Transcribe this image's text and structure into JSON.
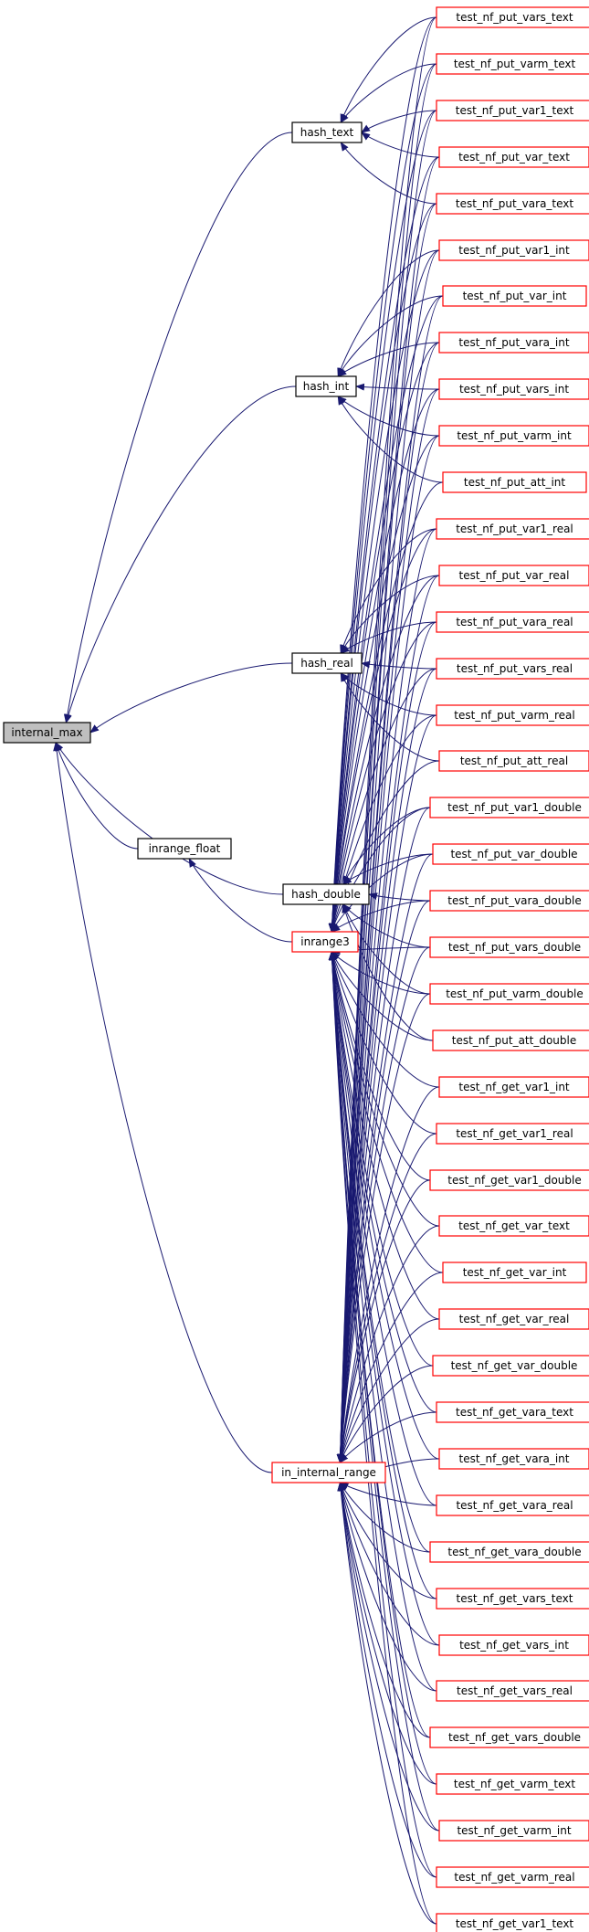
{
  "colors": {
    "edge": "#191970",
    "box_root": "#000000",
    "box_normal": "#000000",
    "box_red": "#ff0000",
    "fill_root": "#bfbfbf",
    "fill_normal": "#ffffff"
  },
  "nodes": [
    {
      "id": "internal_max",
      "label": "internal_max",
      "style": "root"
    },
    {
      "id": "hash_text",
      "label": "hash_text",
      "style": "normal"
    },
    {
      "id": "hash_int",
      "label": "hash_int",
      "style": "normal"
    },
    {
      "id": "hash_real",
      "label": "hash_real",
      "style": "normal"
    },
    {
      "id": "hash_double",
      "label": "hash_double",
      "style": "normal"
    },
    {
      "id": "inrange_float",
      "label": "inrange_float",
      "style": "normal"
    },
    {
      "id": "inrange3",
      "label": "inrange3",
      "style": "red"
    },
    {
      "id": "in_internal_range",
      "label": "in_internal_range",
      "style": "red"
    },
    {
      "id": "test_nf_put_vars_text",
      "label": "test_nf_put_vars_text",
      "style": "red"
    },
    {
      "id": "test_nf_put_varm_text",
      "label": "test_nf_put_varm_text",
      "style": "red"
    },
    {
      "id": "test_nf_put_var1_text",
      "label": "test_nf_put_var1_text",
      "style": "red"
    },
    {
      "id": "test_nf_put_var_text",
      "label": "test_nf_put_var_text",
      "style": "red"
    },
    {
      "id": "test_nf_put_vara_text",
      "label": "test_nf_put_vara_text",
      "style": "red"
    },
    {
      "id": "test_nf_put_var1_int",
      "label": "test_nf_put_var1_int",
      "style": "red"
    },
    {
      "id": "test_nf_put_var_int",
      "label": "test_nf_put_var_int",
      "style": "red"
    },
    {
      "id": "test_nf_put_vara_int",
      "label": "test_nf_put_vara_int",
      "style": "red"
    },
    {
      "id": "test_nf_put_vars_int",
      "label": "test_nf_put_vars_int",
      "style": "red"
    },
    {
      "id": "test_nf_put_varm_int",
      "label": "test_nf_put_varm_int",
      "style": "red"
    },
    {
      "id": "test_nf_put_att_int",
      "label": "test_nf_put_att_int",
      "style": "red"
    },
    {
      "id": "test_nf_put_var1_real",
      "label": "test_nf_put_var1_real",
      "style": "red"
    },
    {
      "id": "test_nf_put_var_real",
      "label": "test_nf_put_var_real",
      "style": "red"
    },
    {
      "id": "test_nf_put_vara_real",
      "label": "test_nf_put_vara_real",
      "style": "red"
    },
    {
      "id": "test_nf_put_vars_real",
      "label": "test_nf_put_vars_real",
      "style": "red"
    },
    {
      "id": "test_nf_put_varm_real",
      "label": "test_nf_put_varm_real",
      "style": "red"
    },
    {
      "id": "test_nf_put_att_real",
      "label": "test_nf_put_att_real",
      "style": "red"
    },
    {
      "id": "test_nf_put_var1_double",
      "label": "test_nf_put_var1_double",
      "style": "red"
    },
    {
      "id": "test_nf_put_var_double",
      "label": "test_nf_put_var_double",
      "style": "red"
    },
    {
      "id": "test_nf_put_vara_double",
      "label": "test_nf_put_vara_double",
      "style": "red"
    },
    {
      "id": "test_nf_put_vars_double",
      "label": "test_nf_put_vars_double",
      "style": "red"
    },
    {
      "id": "test_nf_put_varm_double",
      "label": "test_nf_put_varm_double",
      "style": "red"
    },
    {
      "id": "test_nf_put_att_double",
      "label": "test_nf_put_att_double",
      "style": "red"
    },
    {
      "id": "test_nf_get_var1_int",
      "label": "test_nf_get_var1_int",
      "style": "red"
    },
    {
      "id": "test_nf_get_var1_real",
      "label": "test_nf_get_var1_real",
      "style": "red"
    },
    {
      "id": "test_nf_get_var1_double",
      "label": "test_nf_get_var1_double",
      "style": "red"
    },
    {
      "id": "test_nf_get_var_text",
      "label": "test_nf_get_var_text",
      "style": "red"
    },
    {
      "id": "test_nf_get_var_int",
      "label": "test_nf_get_var_int",
      "style": "red"
    },
    {
      "id": "test_nf_get_var_real",
      "label": "test_nf_get_var_real",
      "style": "red"
    },
    {
      "id": "test_nf_get_var_double",
      "label": "test_nf_get_var_double",
      "style": "red"
    },
    {
      "id": "test_nf_get_vara_text",
      "label": "test_nf_get_vara_text",
      "style": "red"
    },
    {
      "id": "test_nf_get_vara_int",
      "label": "test_nf_get_vara_int",
      "style": "red"
    },
    {
      "id": "test_nf_get_vara_real",
      "label": "test_nf_get_vara_real",
      "style": "red"
    },
    {
      "id": "test_nf_get_vara_double",
      "label": "test_nf_get_vara_double",
      "style": "red"
    },
    {
      "id": "test_nf_get_vars_text",
      "label": "test_nf_get_vars_text",
      "style": "red"
    },
    {
      "id": "test_nf_get_vars_int",
      "label": "test_nf_get_vars_int",
      "style": "red"
    },
    {
      "id": "test_nf_get_vars_real",
      "label": "test_nf_get_vars_real",
      "style": "red"
    },
    {
      "id": "test_nf_get_vars_double",
      "label": "test_nf_get_vars_double",
      "style": "red"
    },
    {
      "id": "test_nf_get_varm_text",
      "label": "test_nf_get_varm_text",
      "style": "red"
    },
    {
      "id": "test_nf_get_varm_int",
      "label": "test_nf_get_varm_int",
      "style": "red"
    },
    {
      "id": "test_nf_get_varm_real",
      "label": "test_nf_get_varm_real",
      "style": "red"
    },
    {
      "id": "test_nf_get_var1_text",
      "label": "test_nf_get_var1_text",
      "style": "red"
    }
  ],
  "edges": [
    [
      "hash_text",
      "internal_max"
    ],
    [
      "hash_int",
      "internal_max"
    ],
    [
      "hash_real",
      "internal_max"
    ],
    [
      "hash_double",
      "internal_max"
    ],
    [
      "inrange_float",
      "internal_max"
    ],
    [
      "in_internal_range",
      "internal_max"
    ],
    [
      "inrange3",
      "inrange_float"
    ],
    [
      "test_nf_put_vars_text",
      "hash_text"
    ],
    [
      "test_nf_put_varm_text",
      "hash_text"
    ],
    [
      "test_nf_put_var1_text",
      "hash_text"
    ],
    [
      "test_nf_put_var_text",
      "hash_text"
    ],
    [
      "test_nf_put_vara_text",
      "hash_text"
    ],
    [
      "test_nf_put_var1_int",
      "hash_int"
    ],
    [
      "test_nf_put_var_int",
      "hash_int"
    ],
    [
      "test_nf_put_vara_int",
      "hash_int"
    ],
    [
      "test_nf_put_vars_int",
      "hash_int"
    ],
    [
      "test_nf_put_varm_int",
      "hash_int"
    ],
    [
      "test_nf_put_att_int",
      "hash_int"
    ],
    [
      "test_nf_put_var1_real",
      "hash_real"
    ],
    [
      "test_nf_put_var_real",
      "hash_real"
    ],
    [
      "test_nf_put_vara_real",
      "hash_real"
    ],
    [
      "test_nf_put_vars_real",
      "hash_real"
    ],
    [
      "test_nf_put_varm_real",
      "hash_real"
    ],
    [
      "test_nf_put_att_real",
      "hash_real"
    ],
    [
      "test_nf_put_var1_double",
      "hash_double"
    ],
    [
      "test_nf_put_var_double",
      "hash_double"
    ],
    [
      "test_nf_put_vara_double",
      "hash_double"
    ],
    [
      "test_nf_put_vars_double",
      "hash_double"
    ],
    [
      "test_nf_put_varm_double",
      "hash_double"
    ],
    [
      "test_nf_put_att_double",
      "hash_double"
    ],
    [
      "test_nf_put_vars_text",
      "inrange3"
    ],
    [
      "test_nf_put_varm_text",
      "inrange3"
    ],
    [
      "test_nf_put_var1_text",
      "inrange3"
    ],
    [
      "test_nf_put_var_text",
      "inrange3"
    ],
    [
      "test_nf_put_vara_text",
      "inrange3"
    ],
    [
      "test_nf_put_var1_int",
      "inrange3"
    ],
    [
      "test_nf_put_var_int",
      "inrange3"
    ],
    [
      "test_nf_put_vara_int",
      "inrange3"
    ],
    [
      "test_nf_put_vars_int",
      "inrange3"
    ],
    [
      "test_nf_put_varm_int",
      "inrange3"
    ],
    [
      "test_nf_put_att_int",
      "inrange3"
    ],
    [
      "test_nf_put_var1_real",
      "inrange3"
    ],
    [
      "test_nf_put_var_real",
      "inrange3"
    ],
    [
      "test_nf_put_vara_real",
      "inrange3"
    ],
    [
      "test_nf_put_vars_real",
      "inrange3"
    ],
    [
      "test_nf_put_varm_real",
      "inrange3"
    ],
    [
      "test_nf_put_att_real",
      "inrange3"
    ],
    [
      "test_nf_put_var1_double",
      "inrange3"
    ],
    [
      "test_nf_put_var_double",
      "inrange3"
    ],
    [
      "test_nf_put_vara_double",
      "inrange3"
    ],
    [
      "test_nf_put_vars_double",
      "inrange3"
    ],
    [
      "test_nf_put_varm_double",
      "inrange3"
    ],
    [
      "test_nf_put_att_double",
      "inrange3"
    ],
    [
      "test_nf_get_var1_int",
      "inrange3"
    ],
    [
      "test_nf_get_var1_real",
      "inrange3"
    ],
    [
      "test_nf_get_var1_double",
      "inrange3"
    ],
    [
      "test_nf_get_var_text",
      "inrange3"
    ],
    [
      "test_nf_get_var_int",
      "inrange3"
    ],
    [
      "test_nf_get_var_real",
      "inrange3"
    ],
    [
      "test_nf_get_var_double",
      "inrange3"
    ],
    [
      "test_nf_get_vara_text",
      "inrange3"
    ],
    [
      "test_nf_get_vara_int",
      "inrange3"
    ],
    [
      "test_nf_get_vara_real",
      "inrange3"
    ],
    [
      "test_nf_get_vara_double",
      "inrange3"
    ],
    [
      "test_nf_get_vars_text",
      "inrange3"
    ],
    [
      "test_nf_get_vars_int",
      "inrange3"
    ],
    [
      "test_nf_get_vars_real",
      "inrange3"
    ],
    [
      "test_nf_get_vars_double",
      "inrange3"
    ],
    [
      "test_nf_get_varm_text",
      "inrange3"
    ],
    [
      "test_nf_get_varm_int",
      "inrange3"
    ],
    [
      "test_nf_get_varm_real",
      "inrange3"
    ],
    [
      "test_nf_get_var1_text",
      "inrange3"
    ],
    [
      "test_nf_get_var1_int",
      "in_internal_range"
    ],
    [
      "test_nf_get_var1_real",
      "in_internal_range"
    ],
    [
      "test_nf_get_var1_double",
      "in_internal_range"
    ],
    [
      "test_nf_get_var_text",
      "in_internal_range"
    ],
    [
      "test_nf_get_var_int",
      "in_internal_range"
    ],
    [
      "test_nf_get_var_real",
      "in_internal_range"
    ],
    [
      "test_nf_get_var_double",
      "in_internal_range"
    ],
    [
      "test_nf_get_vara_text",
      "in_internal_range"
    ],
    [
      "test_nf_get_vara_int",
      "in_internal_range"
    ],
    [
      "test_nf_get_vara_real",
      "in_internal_range"
    ],
    [
      "test_nf_get_vara_double",
      "in_internal_range"
    ],
    [
      "test_nf_get_vars_text",
      "in_internal_range"
    ],
    [
      "test_nf_get_vars_int",
      "in_internal_range"
    ],
    [
      "test_nf_get_vars_real",
      "in_internal_range"
    ],
    [
      "test_nf_get_vars_double",
      "in_internal_range"
    ],
    [
      "test_nf_get_varm_text",
      "in_internal_range"
    ],
    [
      "test_nf_get_varm_int",
      "in_internal_range"
    ],
    [
      "test_nf_get_varm_real",
      "in_internal_range"
    ],
    [
      "test_nf_get_var1_text",
      "in_internal_range"
    ],
    [
      "test_nf_put_vars_text",
      "in_internal_range"
    ],
    [
      "test_nf_put_varm_text",
      "in_internal_range"
    ],
    [
      "test_nf_put_var1_text",
      "in_internal_range"
    ],
    [
      "test_nf_put_var_text",
      "in_internal_range"
    ],
    [
      "test_nf_put_vara_text",
      "in_internal_range"
    ],
    [
      "test_nf_put_var1_int",
      "in_internal_range"
    ],
    [
      "test_nf_put_var_int",
      "in_internal_range"
    ],
    [
      "test_nf_put_vara_int",
      "in_internal_range"
    ],
    [
      "test_nf_put_vars_int",
      "in_internal_range"
    ],
    [
      "test_nf_put_varm_int",
      "in_internal_range"
    ],
    [
      "test_nf_put_var1_real",
      "in_internal_range"
    ],
    [
      "test_nf_put_var_real",
      "in_internal_range"
    ],
    [
      "test_nf_put_vara_real",
      "in_internal_range"
    ],
    [
      "test_nf_put_vars_real",
      "in_internal_range"
    ],
    [
      "test_nf_put_varm_real",
      "in_internal_range"
    ],
    [
      "test_nf_put_var1_double",
      "in_internal_range"
    ],
    [
      "test_nf_put_var_double",
      "in_internal_range"
    ],
    [
      "test_nf_put_vara_double",
      "in_internal_range"
    ],
    [
      "test_nf_put_vars_double",
      "in_internal_range"
    ],
    [
      "test_nf_put_varm_double",
      "in_internal_range"
    ]
  ]
}
